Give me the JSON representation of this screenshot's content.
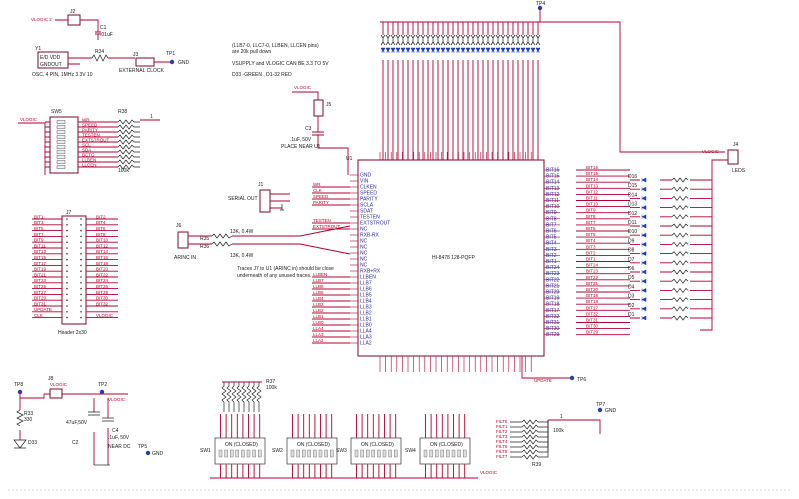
{
  "labels": {
    "j2": "J2",
    "vlogic2": "VLOGIC 2",
    "c1": "C1",
    "c1v": ".01uF",
    "y1": "Y1",
    "osc": "OSC, 4 PIN, 1MHz 3.3V 10",
    "oscpins": "E/D VDD",
    "oscpins2": "GNDOUT",
    "r34": "R34",
    "j3": "J3",
    "extclk": "EXTERNAL CLOCK",
    "tp1": "TP1",
    "gnd": "GND",
    "note1": "(LLB7-0, LLC7-0, LLBEN, LLCEN pins)",
    "note2": "are 20k pull down",
    "note3": "VSUPPLY and VLOGIC CAN BE 3.3 TO 5V",
    "note4": "D33 -GREEN , D1-32 RED",
    "tp4": "TP4",
    "vlogic": "VLOGIC",
    "j5": "J5",
    "c3": "C3",
    "c3v": ".1uF, 50V",
    "place": "PLACE NEAR U1",
    "u1": "U1",
    "chip": "HI-8478 128-PQFP",
    "sw5": "SW5",
    "r38": "R38",
    "r38v": "100k",
    "j1": "J1",
    "serialout": "SERIAL OUT",
    "j6": "J6",
    "arincin": "ARINC IN",
    "r35": "R35",
    "r36": "R36",
    "r35v": "13K, 0.4W",
    "r36v": "13K, 0.4W",
    "traces1": "Traces J7 to U1 (ARINC in) should be close",
    "traces2": "underneath of any unused traces.",
    "j7": "J7",
    "header": "Header 2x30",
    "j4": "J4",
    "leds": "LEDS",
    "j8": "J8",
    "tp8": "TP8",
    "tp2": "TP2",
    "r33": "R33",
    "r33v": "330",
    "d33": "D33",
    "c2": "C2",
    "c2v": "47uF,50V",
    "c4": "C4",
    "c4v": ".1uF, 50V",
    "near": "NEAR DC",
    "tp5": "TP5",
    "r37": "R37",
    "r37v": "100k",
    "sw1": "SW1",
    "sw2": "SW2",
    "sw3": "SW3",
    "sw4": "SW4",
    "swl": "ON (CLOSED)",
    "tp6": "TP6",
    "update": "UPDATE",
    "tp7": "TP7",
    "r39": "R39",
    "r39v": "100k",
    "one": "1"
  },
  "sw5_nets": [
    "WR",
    "SPEED",
    "PARITY",
    "TESTEN",
    "EXTSTROUT",
    "SCL",
    "SDA",
    "BCTG",
    "LLBEN",
    "LLCEN"
  ],
  "j1_nets": [
    "WR",
    "CLK",
    "SPEED",
    "PARITY",
    "",
    "TESTEN",
    "EXTSTROUT"
  ],
  "j7_left": [
    "BIT1",
    "BIT3",
    "BIT5",
    "BIT7",
    "BIT9",
    "BIT11",
    "BIT13",
    "BIT15",
    "BIT17",
    "BIT19",
    "BIT21",
    "BIT23",
    "BIT25",
    "BIT27",
    "BIT29",
    "BIT31",
    "UPDATE",
    "CLK"
  ],
  "j7_right": [
    "BIT2",
    "BIT4",
    "BIT6",
    "BIT8",
    "BIT10",
    "BIT12",
    "BIT14",
    "BIT16",
    "BIT18",
    "BIT20",
    "BIT22",
    "BIT24",
    "BIT26",
    "BIT28",
    "BIT30",
    "BIT32",
    "",
    "VLOGIC"
  ],
  "u1_left_pins": [
    "GND",
    "VIN",
    "CLKEN",
    "SPEED",
    "PARITY",
    "SCLA",
    "SDAT",
    "TESTEN",
    "EXTSTROUT",
    "NC",
    "RXB-RX",
    "NC",
    "NC",
    "NC",
    "NC",
    "NC",
    "RXB+RX",
    "LLBEN",
    "LLB7",
    "LLB6",
    "LLB5",
    "LLB4",
    "LLB3",
    "LLB2",
    "LLB1",
    "LLB0",
    "LLA4",
    "LLA3",
    "LLA2"
  ],
  "u1_left_nets": [
    "",
    "",
    "WR",
    "CLK",
    "SPEED",
    "PARITY",
    "",
    "",
    "TESTEN",
    "EXTSTROUT",
    "",
    "",
    "",
    "",
    "",
    "",
    "",
    "LLBEN",
    "LLB7",
    "LLB6",
    "LLB5",
    "LLB4",
    "LLB3",
    "LLB2",
    "LLB1",
    "LLB0",
    "LLA4",
    "LLA3",
    "LLA2"
  ],
  "u1_right_bits": [
    "BIT16",
    "BIT15",
    "BIT14",
    "BIT13",
    "BIT12",
    "BIT11",
    "BIT10",
    "BIT9",
    "BIT8",
    "BIT7",
    "BIT6",
    "BIT5",
    "BIT4",
    "BIT3",
    "BIT2",
    "BIT1",
    "BIT24",
    "BIT23",
    "BIT22",
    "BIT21",
    "BIT20",
    "BIT19",
    "BIT18",
    "BIT17",
    "BIT32",
    "BIT31",
    "BIT30",
    "BIT29"
  ],
  "leds_right": [
    "D16",
    "D15",
    "D14",
    "D13",
    "D12",
    "D11",
    "D10",
    "D9",
    "D8",
    "D7",
    "D6",
    "D5",
    "D4",
    "D3",
    "D2",
    "D1"
  ],
  "u1_top_count": 28,
  "u1_bottom_count": 28,
  "r39_nets": [
    "FILT0",
    "FILT1",
    "FILT2",
    "FILT3",
    "FILT4",
    "FILT5",
    "FILT6",
    "FILT7"
  ]
}
